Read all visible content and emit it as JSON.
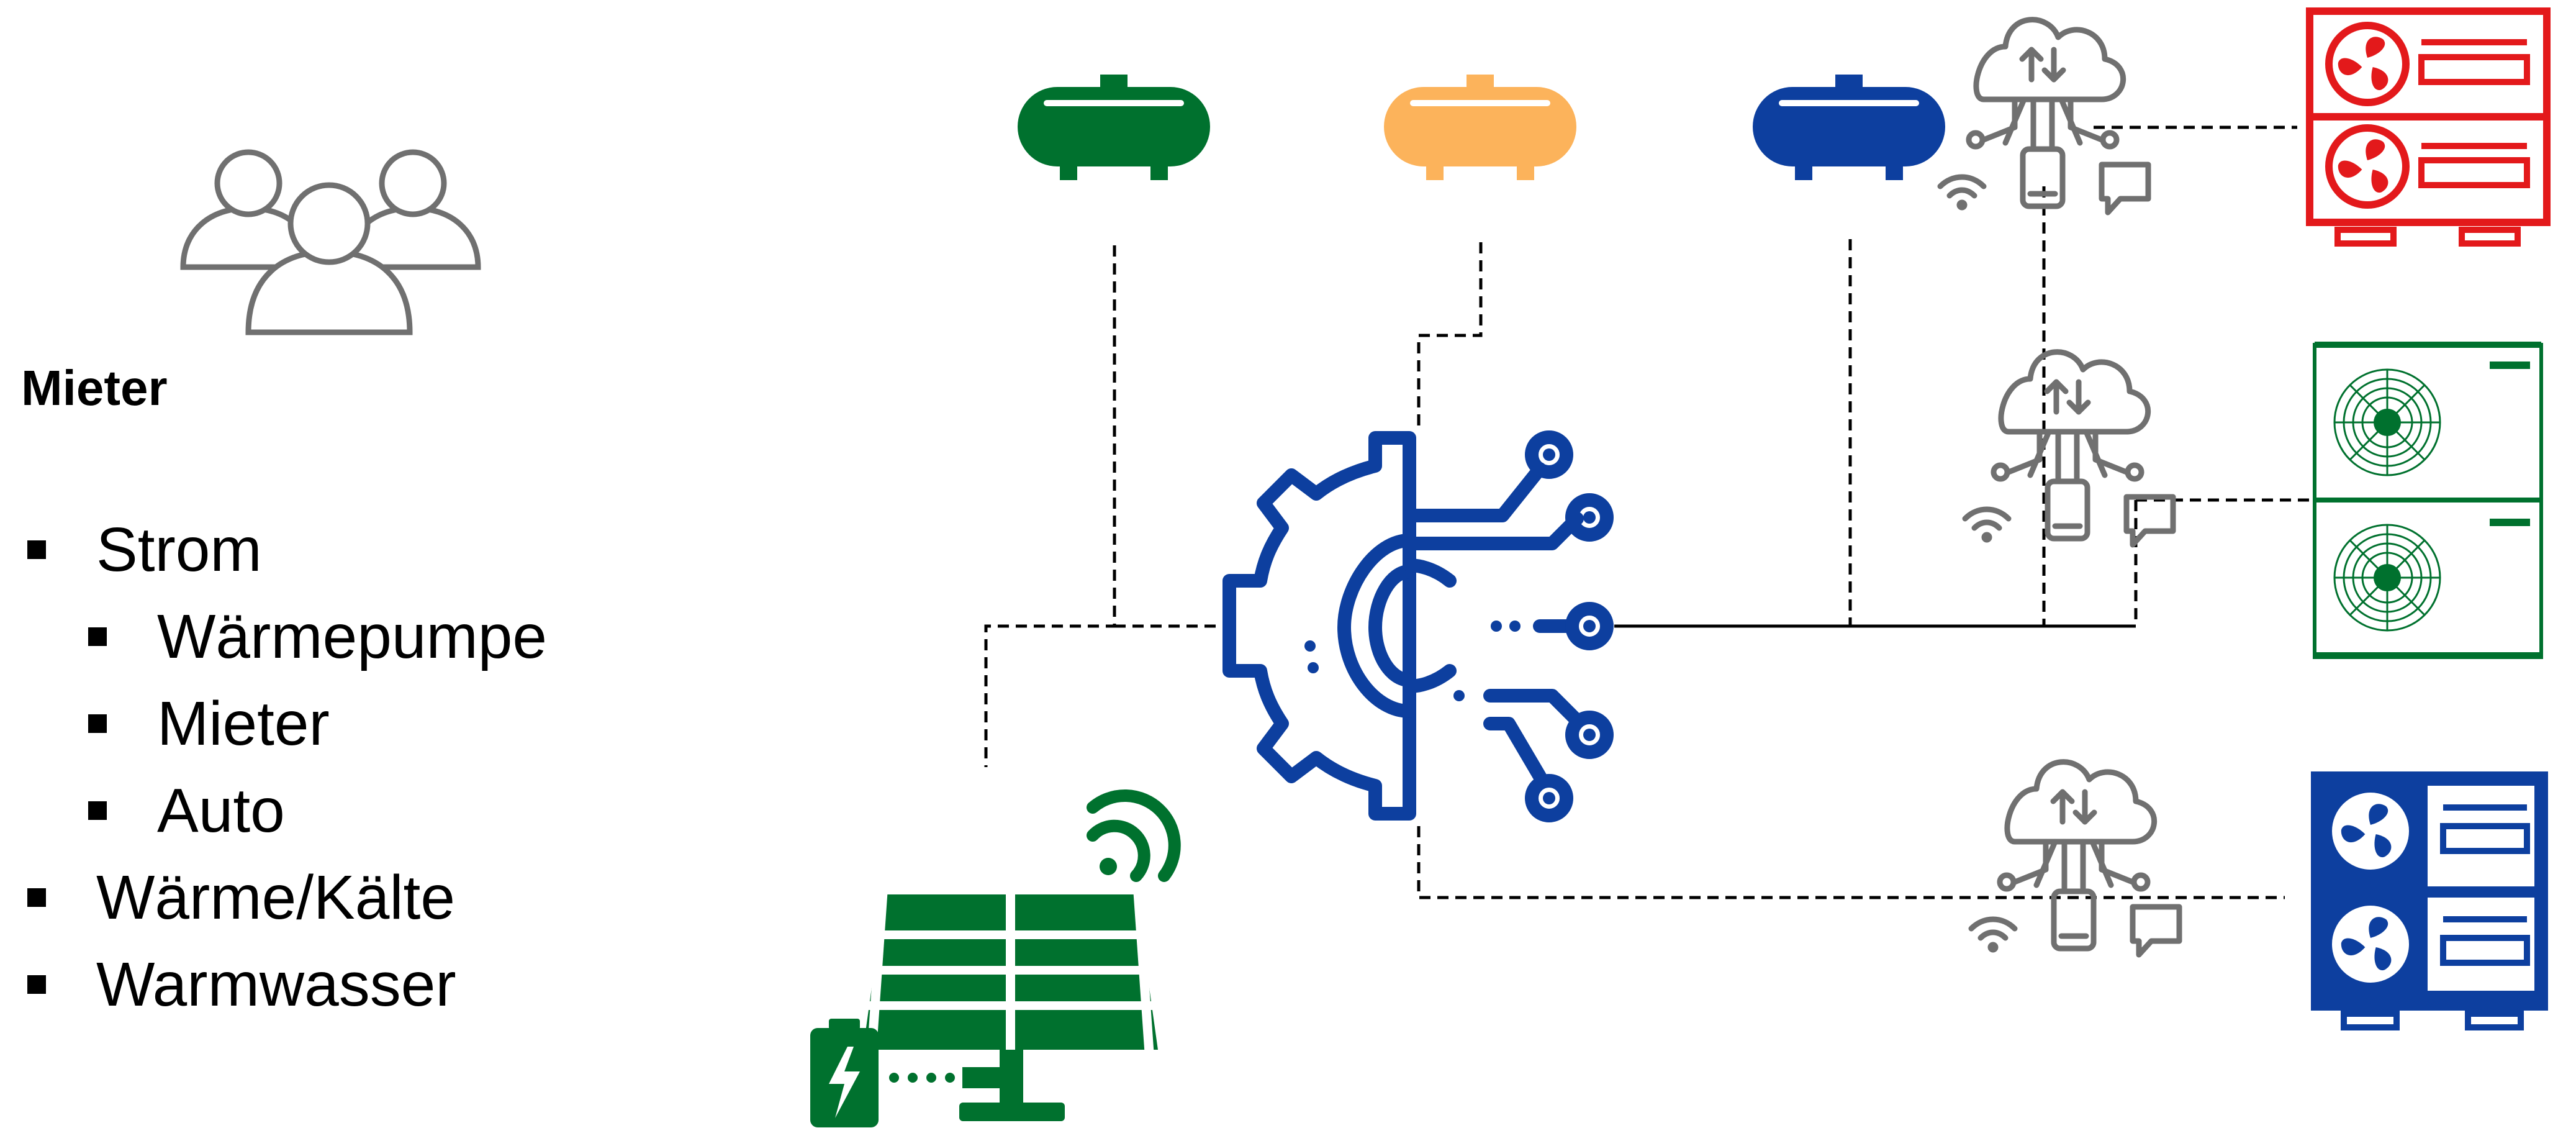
{
  "tenants": {
    "icon": "users-icon",
    "title": "Mieter",
    "items": [
      {
        "label": "Strom",
        "level": 0
      },
      {
        "label": "Wärmepumpe",
        "level": 1
      },
      {
        "label": "Mieter",
        "level": 1
      },
      {
        "label": "Auto",
        "level": 1
      },
      {
        "label": "Wärme/Kälte",
        "level": 0
      },
      {
        "label": "Warmwasser",
        "level": 0
      }
    ]
  },
  "colors": {
    "green": "#00712e",
    "orange": "#fcb35b",
    "blue": "#0d3f9f",
    "red": "#e3191b",
    "gray": "#707070",
    "line": "#000000"
  },
  "nodes": {
    "storage_tanks": [
      {
        "icon": "storage-tank-icon",
        "color": "green"
      },
      {
        "icon": "storage-tank-icon",
        "color": "orange"
      },
      {
        "icon": "storage-tank-icon",
        "color": "blue"
      }
    ],
    "controller": {
      "icon": "digital-gear-icon",
      "color": "blue"
    },
    "solar": {
      "icon": "solar-panel-battery-icon",
      "color": "green"
    },
    "iot_hubs": [
      {
        "icon": "cloud-iot-icon",
        "color": "gray"
      },
      {
        "icon": "cloud-iot-icon",
        "color": "gray"
      },
      {
        "icon": "cloud-iot-icon",
        "color": "gray"
      }
    ],
    "outdoor_units": [
      {
        "icon": "hvac-outdoor-unit-icon",
        "color": "red"
      },
      {
        "icon": "heat-pump-unit-icon",
        "color": "green"
      },
      {
        "icon": "hvac-outdoor-unit-icon",
        "color": "blue"
      }
    ]
  }
}
